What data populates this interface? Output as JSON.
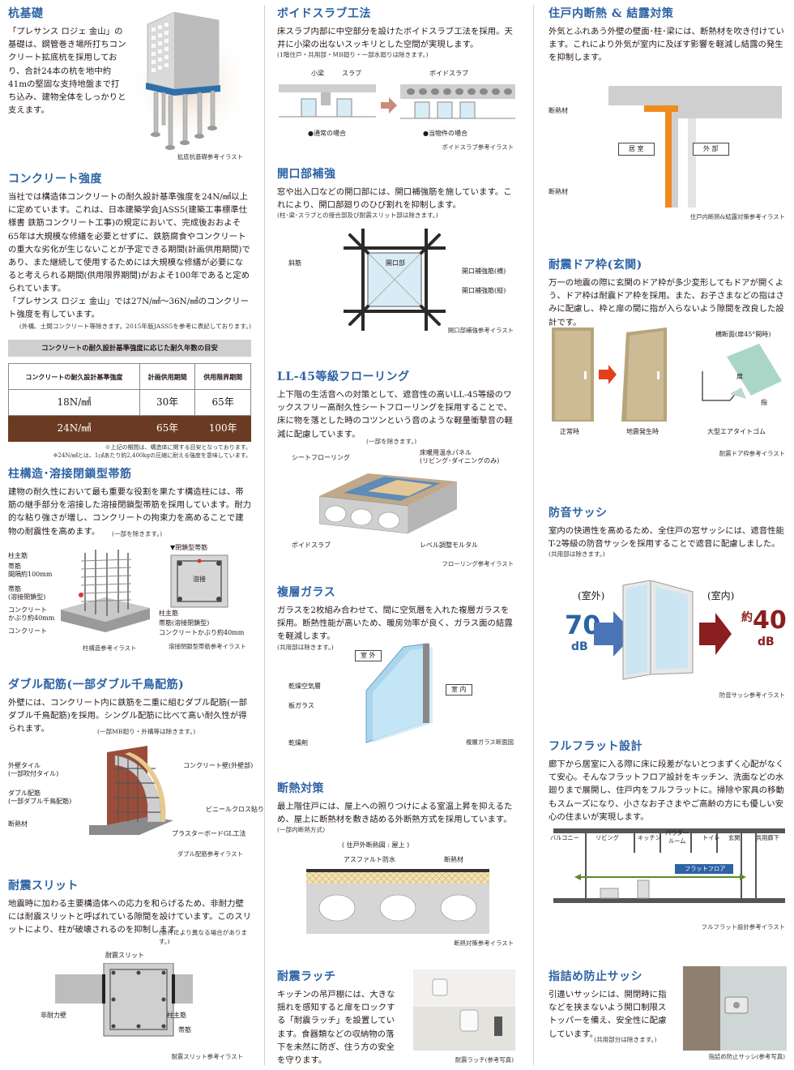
{
  "col1": {
    "pile": {
      "title": "杭基礎",
      "body": "「プレサンス ロジェ 金山」の基礎は、鋼管巻き場所打ちコンクリート拡底杭を採用しており、合計24本の杭を地中約41mの堅固な支持地盤まで打ち込み、建物全体をしっかりと支えます。",
      "cap": "拡底杭基礎参考イラスト"
    },
    "concrete": {
      "title": "コンクリート強度",
      "body": "当社では構造体コンクリートの耐久設計基準強度を24N/㎟以上に定めています。これは、日本建築学会JASS5(建築工事標準仕様書 鉄筋コンクリート工事)の規定において、完成後おおよそ65年は大規模な修繕を必要とせずに、鉄筋腐食やコンクリートの重大な劣化が生じないことが予定できる期間(計画供用期間)であり、また継続して使用するためには大規模な修繕が必要になると考えられる期間(供用限界期間)がおよそ100年であると定められています。",
      "body2": "「プレサンス ロジェ 金山」では27N/㎟～36N/㎟のコンクリート強度を有しています。",
      "note": "(外構、土間コンクリート等除きます。2015年版JASS5を参考に表記しております。)",
      "table": {
        "heading": "コンクリートの耐久設計基準強度に応じた耐久年数の目安",
        "headers": [
          "コンクリートの耐久設計基準強度",
          "計画供用期間",
          "供用限界期間"
        ],
        "rows": [
          [
            "18N/㎟",
            "30年",
            "65年"
          ],
          [
            "24N/㎟",
            "65年",
            "100年"
          ]
        ]
      },
      "fn1": "※上記の期間は、構造体に関する目安となっております。",
      "fn2": "※24N/㎟とは、1㎠あたり約2,400kgの圧縮に耐える強度を意味しています。"
    },
    "column": {
      "title": "柱構造･溶接閉鎖型帯筋",
      "body": "建物の耐久性において最も重要な役割を果たす構造柱には、帯筋の継手部分を溶接した溶接閉鎖型帯筋を採用しています。耐力的な粘り強さが増し、コンクリートの拘束力を高めることで建物の耐震性を高めます。",
      "note": "(一部を除きます。)",
      "labels": {
        "main": "柱主筋",
        "hoop": "帯筋",
        "pitch": "間隔約100mm",
        "hoop2": "帯筋",
        "hoop2b": "(溶接閉鎖型)",
        "cover": "コンクリート",
        "cover2": "かぶり約40mm",
        "concrete": "コンクリート",
        "closed": "▼閉鎖型帯筋",
        "weld": "溶接",
        "main2": "柱主筋",
        "hoop3": "帯筋(溶接閉鎖型)",
        "cover3": "コンクリートかぶり約40mm"
      },
      "cap1": "柱構造参考イラスト",
      "cap2": "溶接閉鎖型帯筋参考イラスト"
    },
    "double": {
      "title": "ダブル配筋(一部ダブル千鳥配筋)",
      "body": "外壁には、コンクリート内に鉄筋を二重に組むダブル配筋(一部ダブル千鳥配筋)を採用。シングル配筋に比べて高い耐久性が得られます。",
      "note": "(一部MB廻り・外構等は除きます。)",
      "labels": {
        "tile": "外壁タイル",
        "tile2": "(一部吹付タイル)",
        "dbl": "ダブル配筋",
        "dbl2": "(一部ダブル千鳥配筋)",
        "ins": "断熱材",
        "wall": "コンクリート壁(外壁部)",
        "vinyl": "ビニールクロス貼り",
        "board": "プラスターボードGL工法"
      },
      "cap": "ダブル配筋参考イラスト"
    },
    "slit": {
      "title": "耐震スリット",
      "body": "地震時に加わる主要構造体への応力を和らげるため、非耐力壁には耐震スリットと呼ばれている隙間を設けています。このスリットにより、柱が破壊されるのを抑制します。",
      "note": "(条件により異なる場合があります。)",
      "labels": {
        "slit": "耐震スリット",
        "wall": "非耐力壁",
        "main": "柱主筋",
        "hoop": "帯筋"
      },
      "cap": "耐震スリット参考イラスト"
    }
  },
  "col2": {
    "void": {
      "title": "ボイドスラブ工法",
      "body": "床スラブ内部に中空部分を設けたボイドスラブ工法を採用。天井に小梁の出ないスッキリとした空間が実現します。",
      "note": "(1階住戸・共用部・ＭB廻り・一部水廻りは除きます。)",
      "labels": {
        "beam": "小梁",
        "slab": "スラブ",
        "void": "ボイドスラブ",
        "normal": "●通常の場合",
        "ours": "●当物件の場合"
      },
      "cap": "ボイドスラブ参考イラスト"
    },
    "opening": {
      "title": "開口部補強",
      "body": "窓や出入口などの開口部には、開口補強筋を施しています。これにより、開口部廻りのひび割れを抑制します。",
      "note": "(柱･梁･スラブとの接合部及び耐震スリット部は除きます。)",
      "labels": {
        "open": "開口部",
        "diag": "斜筋",
        "h": "開口補強筋(横)",
        "v": "開口補強筋(縦)"
      },
      "cap": "開口部補強参考イラスト"
    },
    "floor": {
      "title": "LL-45等級フローリング",
      "body": "上下階の生活音への対策として、遮音性の高いLL-45等級のワックスフリー高耐久性シートフローリングを採用することで、床に物を落とした時のコツンという音のような軽量衝撃音の軽減に配慮しています。",
      "note": "(一部を除きます。)",
      "labels": {
        "sheet": "シートフローリング",
        "panel": "床暖用温水パネル",
        "panel2": "(リビング･ダイニングのみ)",
        "void": "ボイドスラブ",
        "mortar": "レベル調整モルタル"
      },
      "cap": "フローリング参考イラスト"
    },
    "glass": {
      "title": "複層ガラス",
      "body": "ガラスを2枚組み合わせて、間に空気層を入れた複層ガラスを採用。断熱性能が高いため、暖房効率が良く、ガラス面の結露を軽減します。",
      "note": "(共用部は除きます。)",
      "labels": {
        "out": "室 外",
        "in": "室 内",
        "air": "乾燥空気層",
        "glass": "板ガラス",
        "dry": "乾燥剤"
      },
      "cap": "複層ガラス断面図"
    },
    "ins": {
      "title": "断熱対策",
      "body": "最上階住戸には、屋上への照りつけによる室温上昇を抑えるため、屋上に断熱材を敷き詰める外断熱方式を採用しています。",
      "note": "(一部内断熱方式)",
      "labels": {
        "head": "( 住戸外断熱図 : 屋上 )",
        "asph": "アスファルト防水",
        "ins": "断熱材"
      },
      "cap": "断熱対策参考イラスト"
    },
    "latch": {
      "title": "耐震ラッチ",
      "body": "キッチンの吊戸棚には、大きな揺れを感知すると扉をロックする「耐震ラッチ」を設置しています。食器類などの収納物の落下を未然に防ぎ、住う方の安全を守ります。",
      "cap": "耐震ラッチ(参考写真)"
    }
  },
  "col3": {
    "cond": {
      "title": "住戸内断熱 & 結露対策",
      "body": "外気とふれあう外壁の壁面･柱･梁には、断熱材を吹き付けています。これにより外気が室内に及ぼす影響を軽減し結露の発生を抑制します。",
      "labels": {
        "ins1": "断熱材",
        "room": "居 室",
        "out": "外 部",
        "ins2": "断熱材"
      },
      "cap": "住戸内断熱&結露対策参考イラスト"
    },
    "door": {
      "title": "耐震ドア枠(玄関)",
      "body": "万一の地震の際に玄関のドア枠が多少変形してもドアが開くよう、ドア枠は耐震ドア枠を採用。また、お子さまなどの指はさみに配慮し、枠と扉の間に指が入らないよう隙間を改良した設計です。",
      "labels": {
        "normal": "正常時",
        "quake": "地震発生時",
        "section": "横断面(扉45°開時)",
        "door": "扉",
        "finger": "指",
        "rubber": "大型エアタイトゴム"
      },
      "cap": "耐震ドア枠参考イラスト"
    },
    "sash": {
      "title": "防音サッシ",
      "body": "室内の快適性を高めるため、全住戸の窓サッシには、遮音性能T-2等級の防音サッシを採用することで遮音に配慮しました。",
      "note": "(共用部は除きます。)",
      "labels": {
        "out": "(室外)",
        "in": "(室内)",
        "v1": "70",
        "u1": "dB",
        "pre": "約",
        "v2": "40",
        "u2": "dB"
      },
      "cap": "防音サッシ参考イラスト"
    },
    "flat": {
      "title": "フルフラット設計",
      "body": "廊下から居室に入る際に床に段差がないとつまずく心配がなくて安心。そんなフラットフロア設計をキッチン、洗面などの水廻りまで展開し、住戸内をフルフラットに。掃除や家具の移動もスムーズになり、小さなお子さまやご高齢の方にも優しい安心の住まいが実現します。",
      "labels": {
        "balc": "バルコニー",
        "living": "リビング",
        "kitchen": "キッチン",
        "powder": "パウダー",
        "powder2": "ルーム",
        "toilet": "トイレ",
        "entr": "玄関",
        "hall": "共用廊下",
        "ff": "フラットフロア"
      },
      "cap": "フルフラット設計参考イラスト"
    },
    "finger": {
      "title": "指詰め防止サッシ",
      "body": "引違いサッシには、開閉時に指などを挟まないよう開口制限ストッパーを備え、安全性に配慮しています。",
      "note": "(共用部分は除きます。)",
      "cap": "指詰め防止サッシ(参考写真)"
    }
  }
}
